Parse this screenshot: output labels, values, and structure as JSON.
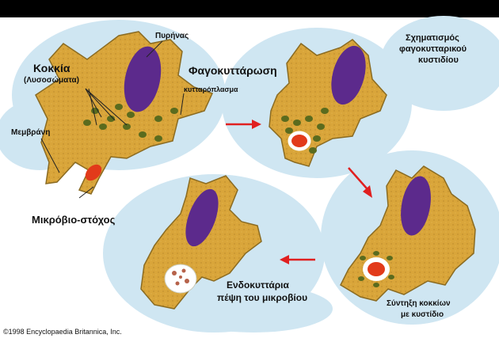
{
  "labels": {
    "nucleus": "Πυρήνας",
    "lysosomes_line1": "Κοκκία",
    "lysosomes_line2": "(Λυσοσώματα)",
    "phagocytosis": "Φαγοκυττάρωση",
    "cytoplasm": "κυτταρόπλασμα",
    "membrane": "Μεμβράνη",
    "target_microbe": "Μικρόβιο-στόχος",
    "vesicle_formation_line1": "Σχηματισμός",
    "vesicle_formation_line2": "φαγοκυτταρικού",
    "vesicle_formation_line3": "κυστιδίου",
    "fusion_line1": "Σύντηξη κοκκίων",
    "fusion_line2": "με κυστίδιο",
    "digestion_line1": "Ενδοκυττάρια",
    "digestion_line2": "πέψη του μικροβίου",
    "copyright": "©1998 Encyclopaedia Britannica, Inc."
  },
  "colors": {
    "background": "#ffffff",
    "top_bar": "#000000",
    "halo": "#cfe6f2",
    "cell": "#d9a53a",
    "cell_outline": "#8a6b22",
    "nucleus": "#5c2a8c",
    "granule": "#5a6b1e",
    "microbe": "#e23a1a",
    "arrow": "#e02020"
  }
}
